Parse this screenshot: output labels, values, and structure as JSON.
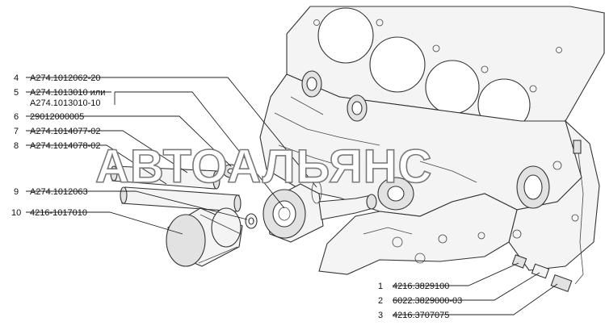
{
  "watermark": "АВТОАЛЬЯНС",
  "callouts": [
    {
      "num": "4",
      "code": "A274.1012062-20",
      "code2": ""
    },
    {
      "num": "5",
      "code": "A274.1013010 или",
      "code2": "A274.1013010-10"
    },
    {
      "num": "6",
      "code": "29012000005",
      "code2": ""
    },
    {
      "num": "7",
      "code": "A274.1014077-02",
      "code2": ""
    },
    {
      "num": "8",
      "code": "A274.1014078-02",
      "code2": ""
    },
    {
      "num": "9",
      "code": "A274.1012063",
      "code2": ""
    },
    {
      "num": "10",
      "code": "4216-1017010",
      "code2": ""
    },
    {
      "num": "1",
      "code": "4216.3829100",
      "code2": ""
    },
    {
      "num": "2",
      "code": "6022.3829000-03",
      "code2": ""
    },
    {
      "num": "3",
      "code": "4216.3707075",
      "code2": ""
    }
  ]
}
